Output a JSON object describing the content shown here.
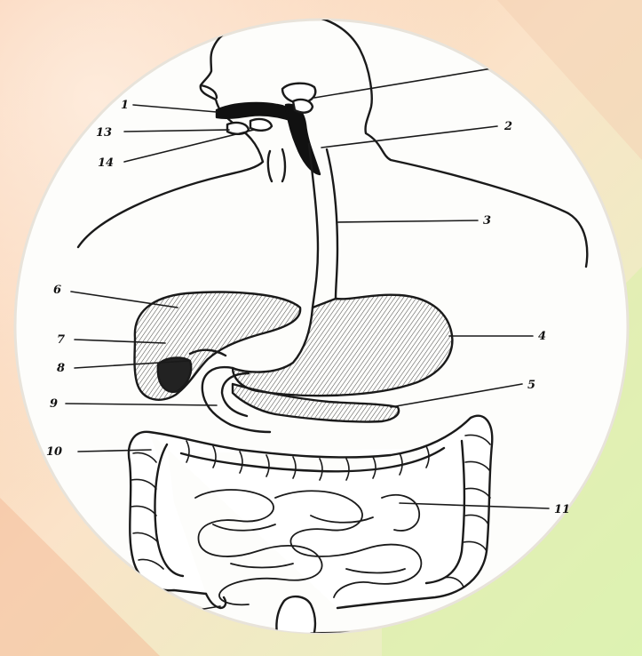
{
  "diagram": {
    "labels": [
      {
        "id": "1",
        "text": "1"
      },
      {
        "id": "2",
        "text": "2"
      },
      {
        "id": "3",
        "text": "3"
      },
      {
        "id": "4",
        "text": "4"
      },
      {
        "id": "5",
        "text": "5"
      },
      {
        "id": "6",
        "text": "6"
      },
      {
        "id": "7",
        "text": "7"
      },
      {
        "id": "8",
        "text": "8"
      },
      {
        "id": "9",
        "text": "9"
      },
      {
        "id": "10",
        "text": "10"
      },
      {
        "id": "11",
        "text": "11"
      },
      {
        "id": "13",
        "text": "13"
      },
      {
        "id": "14",
        "text": "14"
      }
    ]
  },
  "colors": {
    "background_left": "#f6c9a9",
    "background_right": "#e6f5c2",
    "circle_fill": "#fdfdfb",
    "ink": "#1a1a1a"
  }
}
